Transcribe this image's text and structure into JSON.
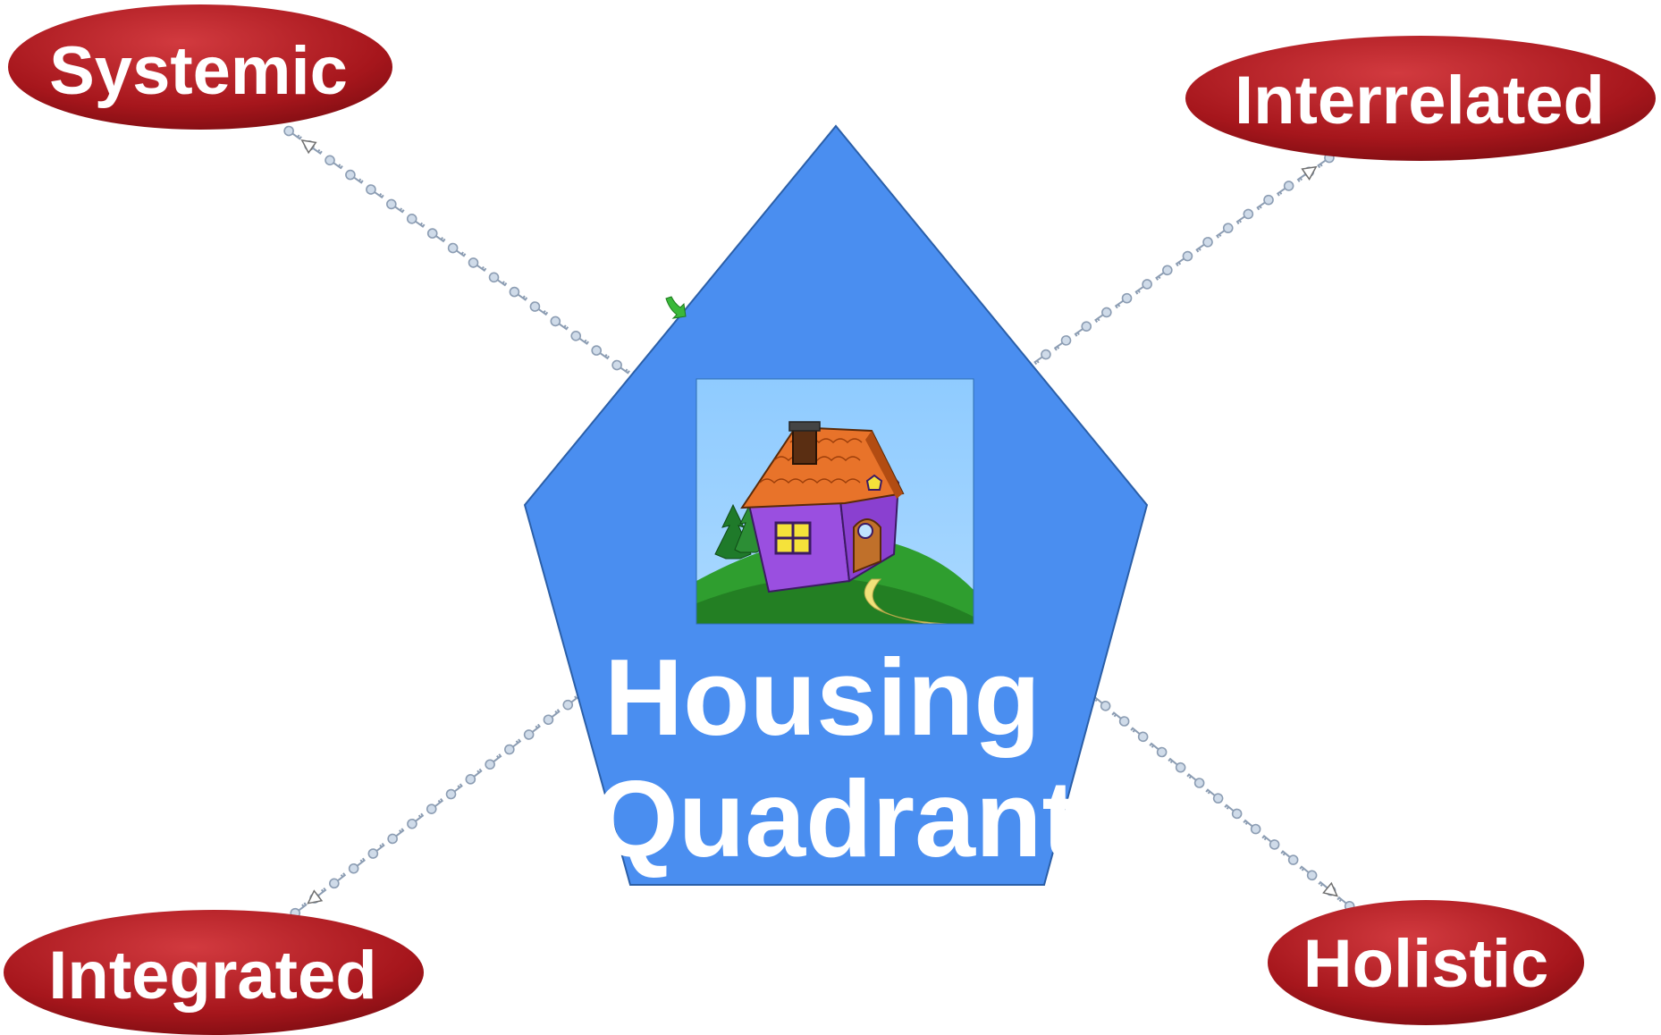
{
  "center": {
    "line1": "Housing",
    "line2": "Quadrant",
    "fill_color": "#4a8ef0",
    "image": "house-clipart-icon"
  },
  "nodes": [
    {
      "id": "systemic",
      "label": "Systemic"
    },
    {
      "id": "interrelated",
      "label": "Interrelated"
    },
    {
      "id": "integrated",
      "label": "Integrated"
    },
    {
      "id": "holistic",
      "label": "Holistic"
    }
  ],
  "connector_icon": "key-icon",
  "colors": {
    "oval": "#a6161c",
    "oval_highlight": "#d23a3f",
    "pentagon": "#4a8ef0"
  }
}
